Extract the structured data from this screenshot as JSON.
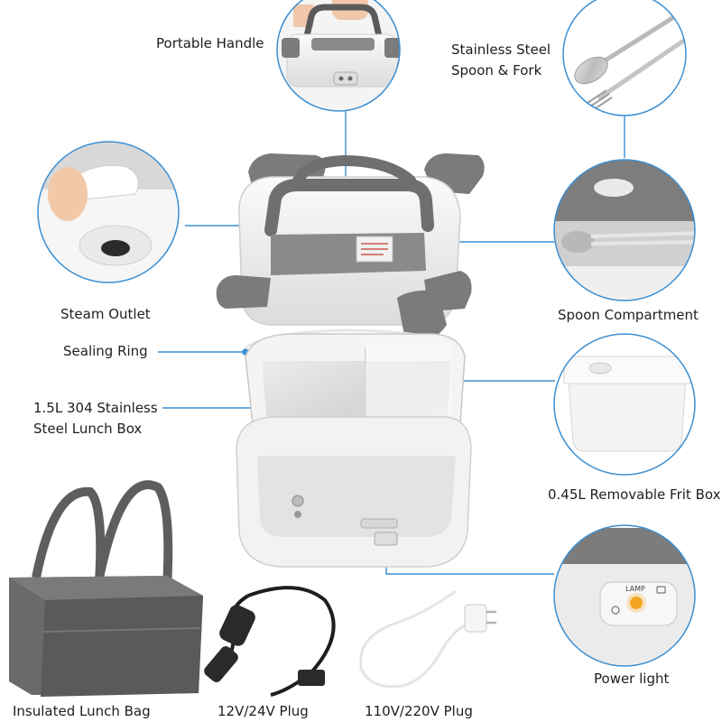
{
  "labels": {
    "portable_handle": "Portable Handle",
    "spoon_fork_line1": "Stainless Steel",
    "spoon_fork_line2": "Spoon & Fork",
    "steam_outlet": "Steam Outlet",
    "spoon_compartment": "Spoon Compartment",
    "sealing_ring": "Sealing Ring",
    "lunch_box_line1": "1.5L 304 Stainless",
    "lunch_box_line2": "Steel Lunch Box",
    "frit_box": "0.45L Removable Frit Box",
    "power_light": "Power light",
    "bag": "Insulated Lunch Bag",
    "car_plug": "12V/24V Plug",
    "wall_plug": "110V/220V Plug"
  },
  "panel_text": {
    "lamp": "LAMP"
  },
  "colors": {
    "callout_line": "#3b8fd3",
    "circle_border": "#3b8fd3",
    "lid_gray": "#7b7b7b",
    "body_white": "#f2f2f2",
    "bag_gray": "#5e5e5e",
    "lamp_orange": "#f5a623"
  }
}
